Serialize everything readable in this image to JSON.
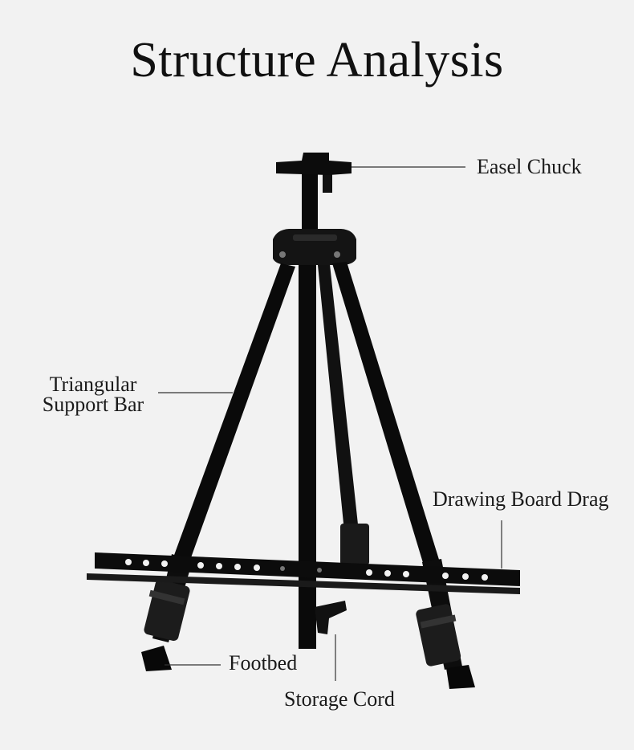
{
  "title": "Structure Analysis",
  "labels": {
    "easel_chuck": "Easel Chuck",
    "support_line1": "Triangular",
    "support_line2": "Support Bar",
    "drawing_board_drag": "Drawing Board Drag",
    "footbed": "Footbed",
    "storage_cord": "Storage Cord"
  },
  "colors": {
    "background": "#f2f2f2",
    "metal": "#0a0a0a",
    "leader_line": "#333333"
  }
}
